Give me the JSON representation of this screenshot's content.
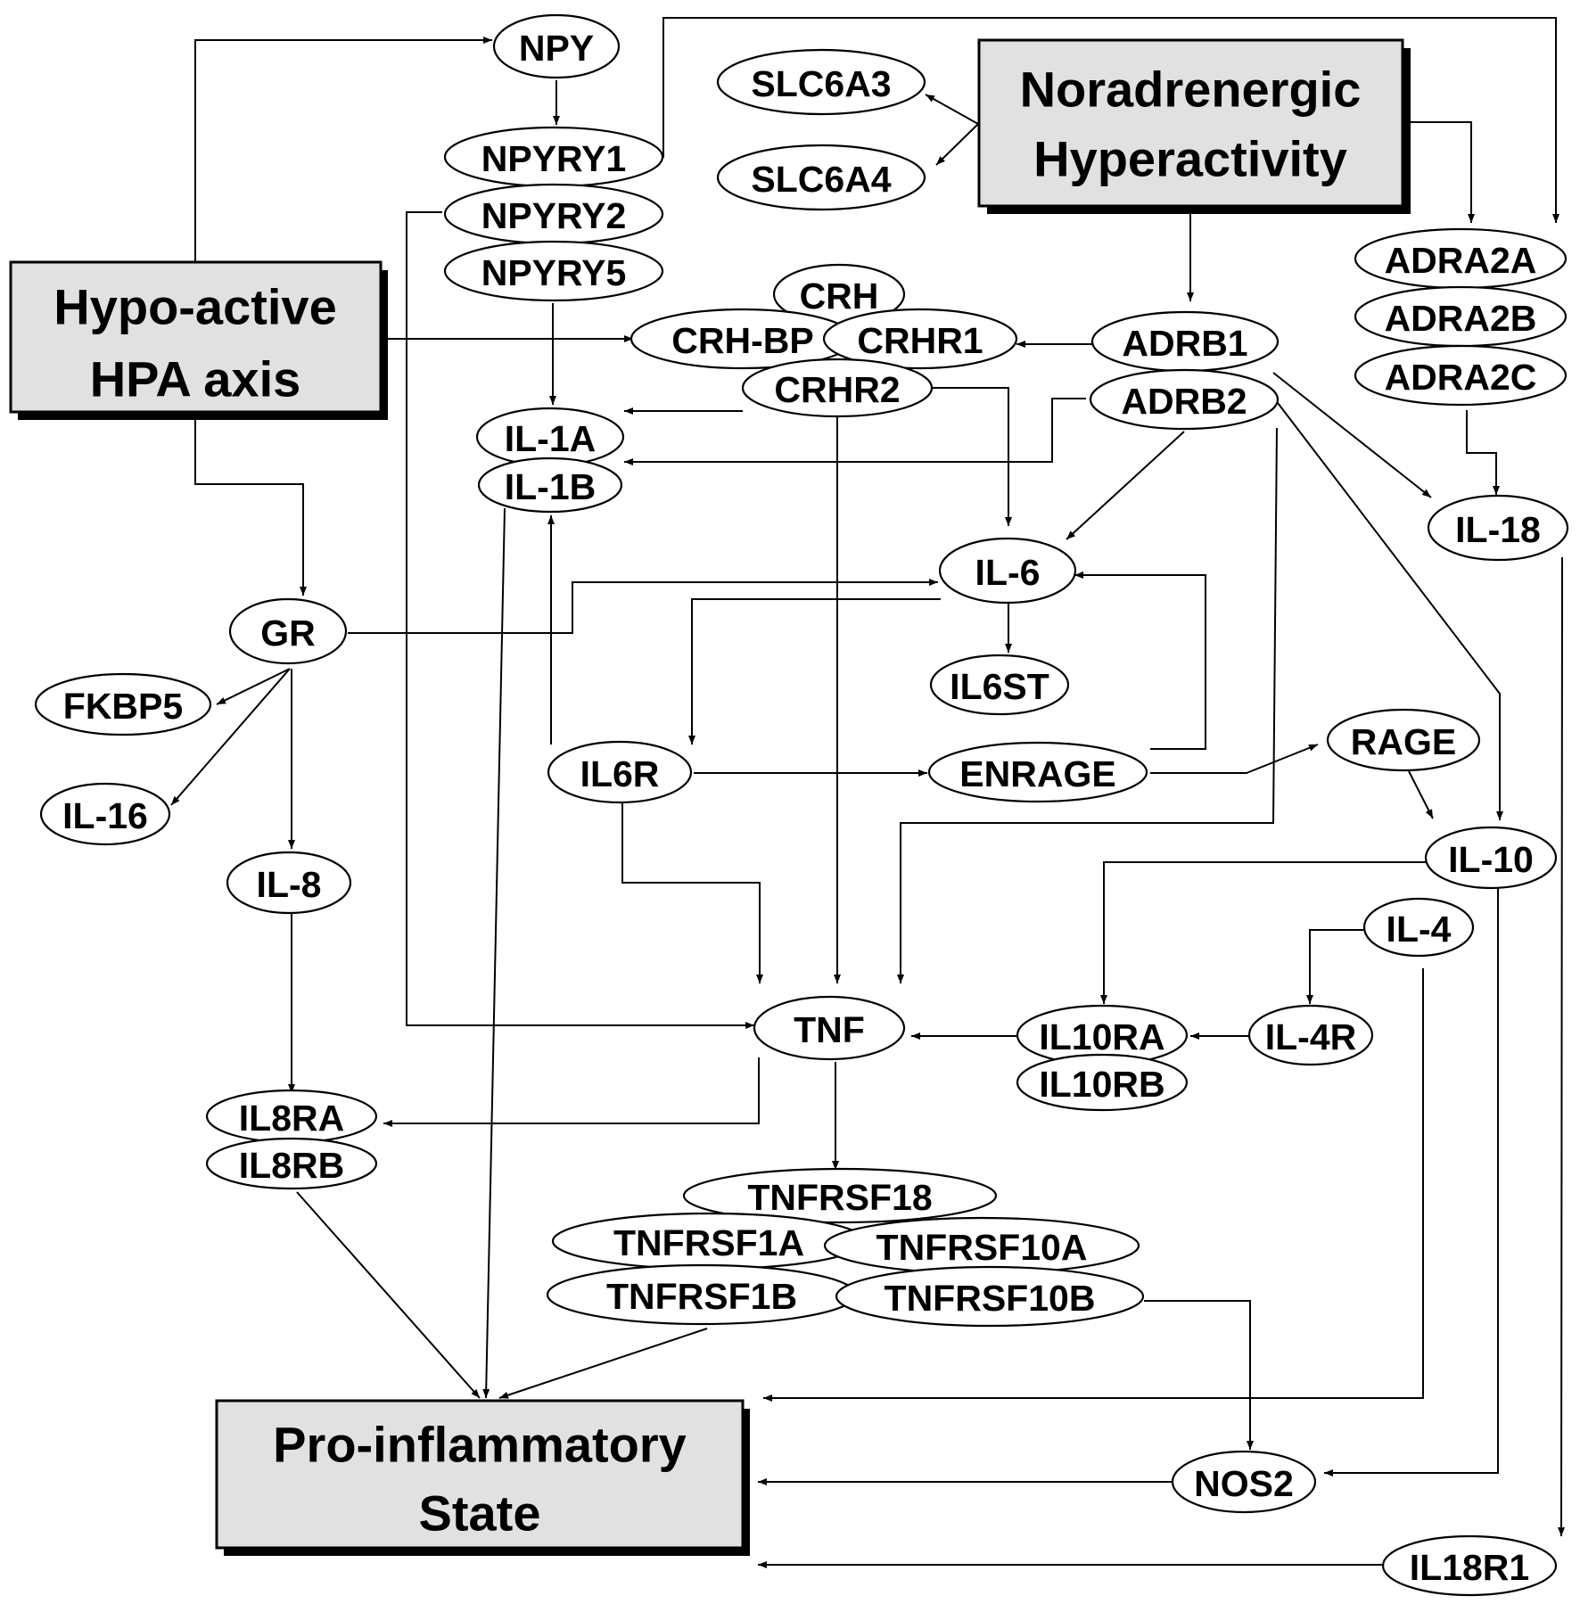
{
  "boxes": {
    "hpa": {
      "lines": [
        "Hypo-active",
        "HPA axis"
      ]
    },
    "nor": {
      "lines": [
        "Noradrenergic",
        "Hyperactivity"
      ]
    },
    "pro": {
      "lines": [
        "Pro-inflammatory",
        "State"
      ]
    }
  },
  "nodes": {
    "npy": "NPY",
    "npyry1": "NPYRY1",
    "npyry2": "NPYRY2",
    "npyry5": "NPYRY5",
    "slc6a3": "SLC6A3",
    "slc6a4": "SLC6A4",
    "adra2a": "ADRA2A",
    "adra2b": "ADRA2B",
    "adra2c": "ADRA2C",
    "crh": "CRH",
    "crhbp": "CRH-BP",
    "crhr1": "CRHR1",
    "crhr2": "CRHR2",
    "adrb1": "ADRB1",
    "adrb2": "ADRB2",
    "il1a": "IL-1A",
    "il1b": "IL-1B",
    "il18": "IL-18",
    "gr": "GR",
    "il6": "IL-6",
    "il6st": "IL6ST",
    "fkbp5": "FKBP5",
    "il16": "IL-16",
    "il6r": "IL6R",
    "enrage": "ENRAGE",
    "rage": "RAGE",
    "il8": "IL-8",
    "il10": "IL-10",
    "il4": "IL-4",
    "tnf": "TNF",
    "il10ra": "IL10RA",
    "il10rb": "IL10RB",
    "il4r": "IL-4R",
    "il8ra": "IL8RA",
    "il8rb": "IL8RB",
    "tnfrsf18": "TNFRSF18",
    "tnfrsf1a": "TNFRSF1A",
    "tnfrsf10a": "TNFRSF10A",
    "tnfrsf1b": "TNFRSF1B",
    "tnfrsf10b": "TNFRSF10B",
    "nos2": "NOS2",
    "il18r1": "IL18R1"
  }
}
